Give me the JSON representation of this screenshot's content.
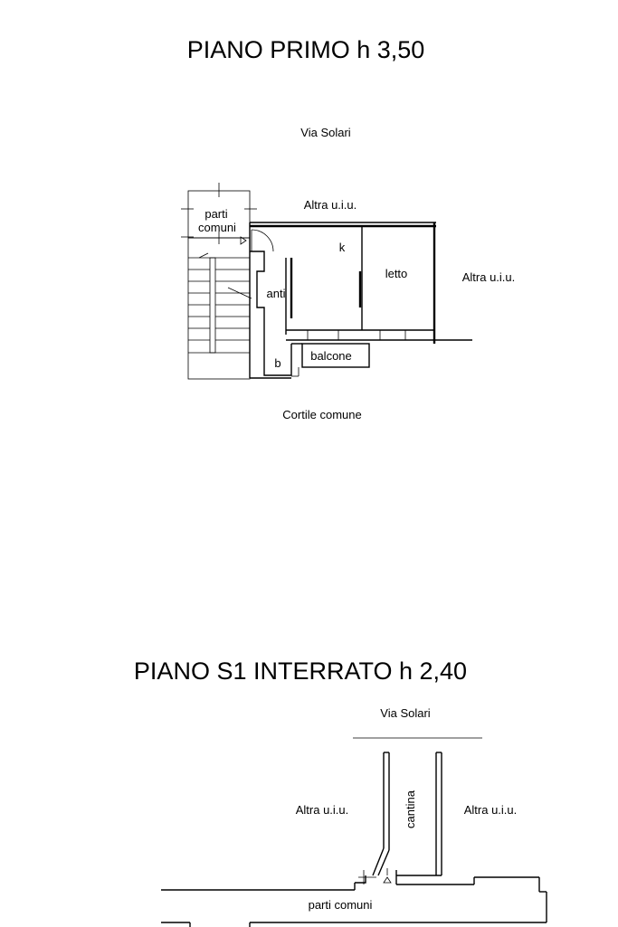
{
  "floor1": {
    "title": "PIANO PRIMO h 3,50",
    "street": "Via Solari",
    "neighbor_top": "Altra u.i.u.",
    "neighbor_right": "Altra u.i.u.",
    "common_areas_1": "parti",
    "common_areas_2": "comuni",
    "room_k": "k",
    "room_letto": "letto",
    "room_anti": "anti",
    "room_b": "b",
    "balcony": "balcone",
    "courtyard": "Cortile comune"
  },
  "basement": {
    "title": "PIANO S1 INTERRATO h 2,40",
    "street": "Via Solari",
    "neighbor_left": "Altra u.i.u.",
    "neighbor_right": "Altra u.i.u.",
    "cellar": "cantina",
    "common_areas": "parti comuni"
  }
}
